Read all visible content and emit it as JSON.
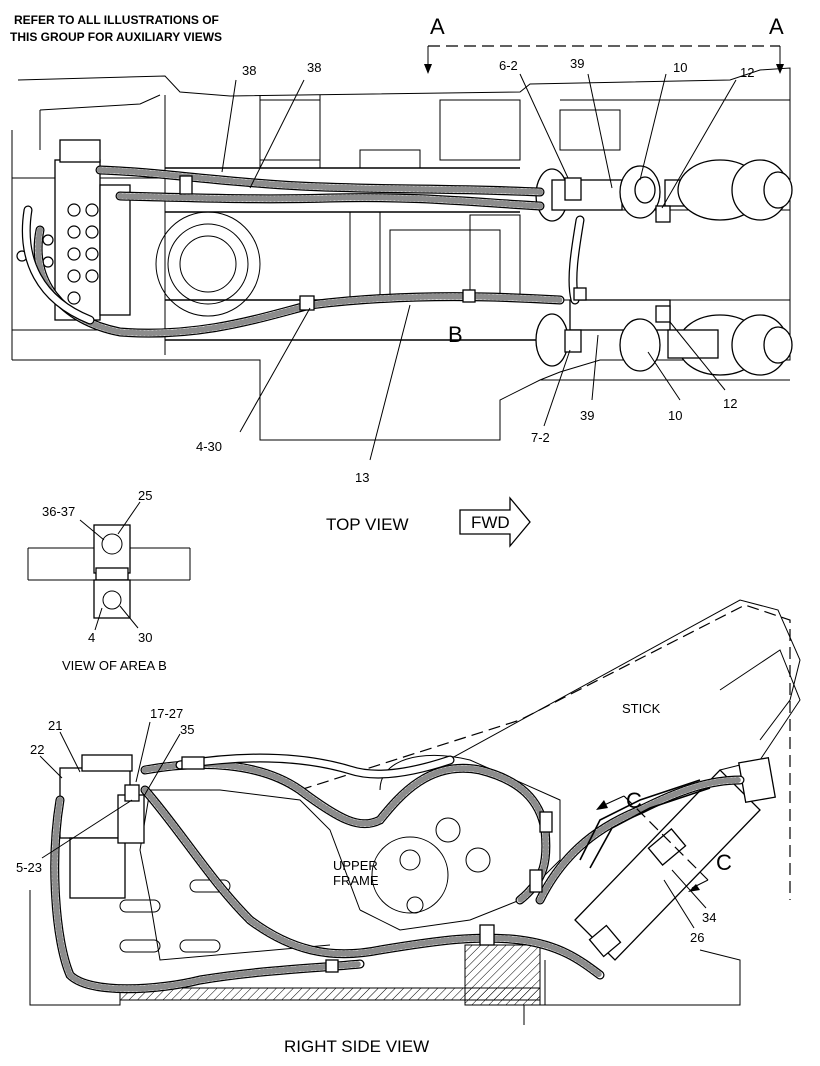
{
  "header_note": {
    "line1": "REFER TO ALL ILLUSTRATIONS OF",
    "line2": "THIS GROUP FOR AUXILIARY VIEWS"
  },
  "views": {
    "top": "TOP VIEW",
    "area_b": "VIEW OF AREA B",
    "right_side": "RIGHT SIDE VIEW"
  },
  "fwd_label": "FWD",
  "section_labels": {
    "a_left": "A",
    "a_right": "A",
    "b": "B",
    "c_top": "C",
    "c_bottom": "C"
  },
  "part_text": {
    "stick": "STICK",
    "upper_frame_1": "UPPER",
    "upper_frame_2": "FRAME"
  },
  "callouts": {
    "c38a": "38",
    "c38b": "38",
    "c6_2": "6-2",
    "c39a": "39",
    "c10a": "10",
    "c12a": "12",
    "c4_30": "4-30",
    "c13": "13",
    "c7_2": "7-2",
    "c39b": "39",
    "c10b": "10",
    "c12b": "12",
    "c36_37": "36-37",
    "c25": "25",
    "c4": "4",
    "c30": "30",
    "c21": "21",
    "c22": "22",
    "c17_27": "17-27",
    "c35": "35",
    "c5_23": "5-23",
    "c34": "34",
    "c26": "26"
  }
}
